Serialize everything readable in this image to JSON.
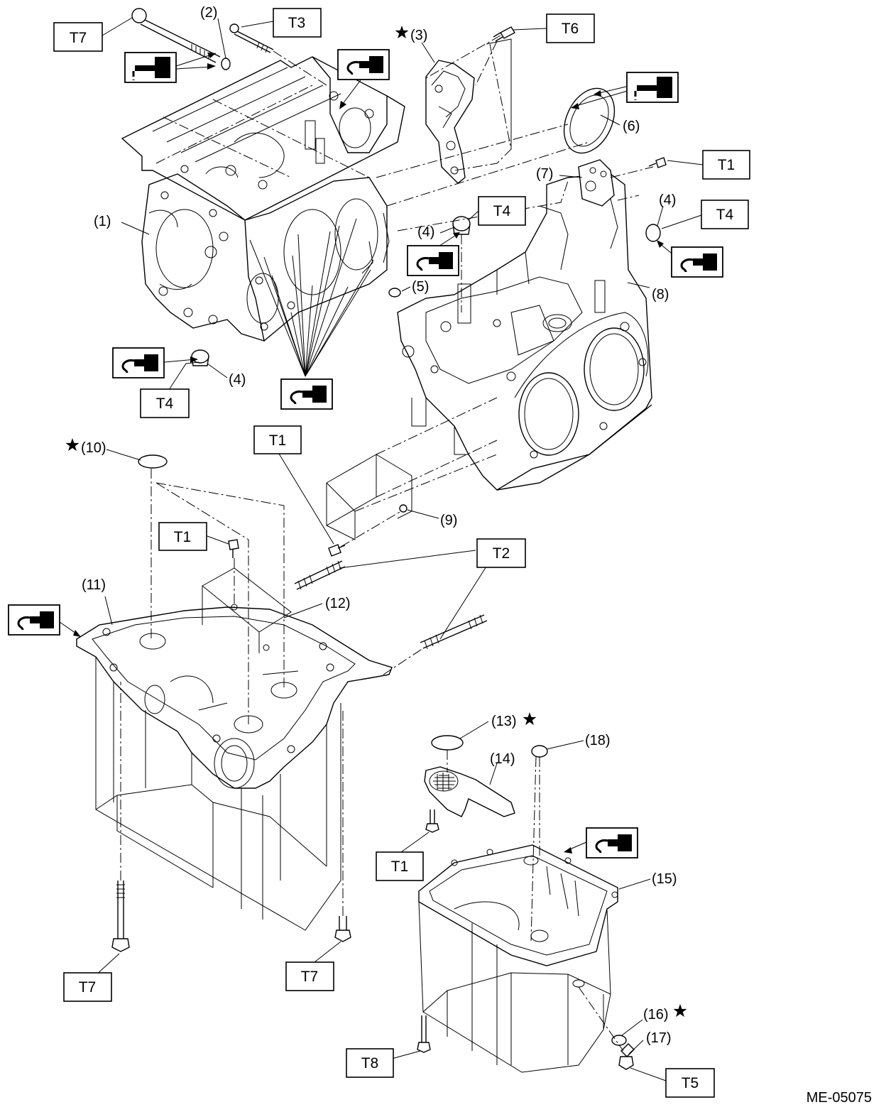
{
  "torque_labels": {
    "t1": "T1",
    "t2": "T2",
    "t3": "T3",
    "t4": "T4",
    "t5": "T5",
    "t6": "T6",
    "t7": "T7",
    "t8": "T8"
  },
  "callouts": {
    "p1": "(1)",
    "p2": "(2)",
    "p3": "(3)",
    "p4": "(4)",
    "p5": "(5)",
    "p6": "(6)",
    "p7": "(7)",
    "p8": "(8)",
    "p9": "(9)",
    "p10": "(10)",
    "p11": "(11)",
    "p12": "(12)",
    "p13": "(13)",
    "p14": "(14)",
    "p15": "(15)",
    "p16": "(16)",
    "p17": "(17)",
    "p18": "(18)"
  },
  "figure_code": "ME-05075",
  "icons": {
    "sealant": "liquid-gasket-sealant-icon",
    "oil": "engine-oil-can-icon",
    "star": "replace-part-star-icon"
  }
}
